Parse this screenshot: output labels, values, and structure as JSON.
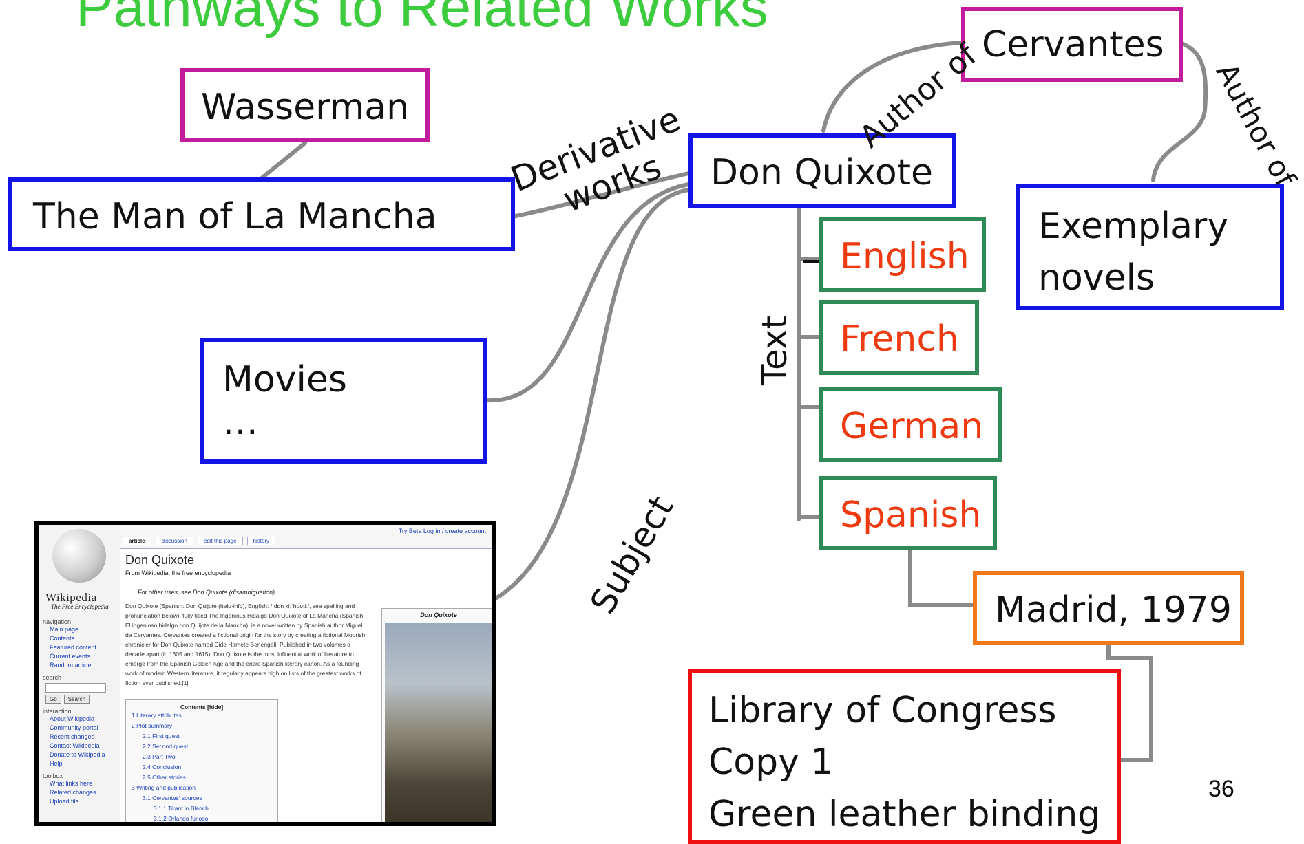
{
  "title": "Pathways to Related Works",
  "page_number": "36",
  "nodes": {
    "wasserman": "Wasserman",
    "man_of_la_mancha": "The Man of La Mancha",
    "movies": [
      "Movies",
      "…"
    ],
    "don_quixote": "Don Quixote",
    "cervantes": "Cervantes",
    "exemplary_novels": [
      "Exemplary",
      "novels"
    ],
    "languages": [
      "English",
      "French",
      "German",
      "Spanish"
    ],
    "madrid": "Madrid, 1979",
    "library": [
      "Library of Congress",
      "Copy 1",
      "Green leather binding"
    ]
  },
  "edge_labels": {
    "derivative": [
      "Derivative",
      "works"
    ],
    "author_of_left": "Author of",
    "author_of_right": "Author of",
    "text": "Text",
    "subject": "Subject"
  },
  "colors": {
    "title": "#3dcc3d",
    "work_border": "#1414e6",
    "person_border": "#c21b9e",
    "expression_border": "#2e8b57",
    "expression_text": "#ee3a10",
    "manifestation_border": "#f07818",
    "item_border": "#ee1010",
    "connector": "#8a8a8a"
  },
  "wikipedia": {
    "wordmark": "Wikipedia",
    "tagline": "The Free Encyclopedia",
    "login": "Try Beta   Log in / create account",
    "tabs": [
      "article",
      "discussion",
      "edit this page",
      "history"
    ],
    "page_title": "Don Quixote",
    "from": "From Wikipedia, the free encyclopedia",
    "hatnote": "For other uses, see Don Quixote (disambiguation).",
    "body": "Don Quixote (Spanish: Don Quijote (help·info), English: /ˌdɒn kiːˈhoʊtiː/, see spelling and pronunciation below), fully titled The Ingenious Hidalgo Don Quixote of La Mancha (Spanish: El ingenioso hidalgo don Quijote de la Mancha), is a novel written by Spanish author Miguel de Cervantes. Cervantes created a fictional origin for the story by creating a fictional Moorish chronicler for Don Quixote named Cide Hamete Benengeli. Published in two volumes a decade apart (in 1605 and 1615), Don Quixote is the most influential work of literature to emerge from the Spanish Golden Age and the entire Spanish literary canon. As a founding work of modern Western literature, it regularly appears high on lists of the greatest works of fiction ever published.[1]",
    "nav_heading": "navigation",
    "nav_items": [
      "Main page",
      "Contents",
      "Featured content",
      "Current events",
      "Random article"
    ],
    "search_heading": "search",
    "go_label": "Go",
    "search_label": "Search",
    "interaction_heading": "interaction",
    "interaction_items": [
      "About Wikipedia",
      "Community portal",
      "Recent changes",
      "Contact Wikipedia",
      "Donate to Wikipedia",
      "Help"
    ],
    "toolbox_heading": "toolbox",
    "toolbox_items": [
      "What links here",
      "Related changes",
      "Upload file"
    ],
    "toc_title": "Contents [hide]",
    "toc_items": [
      "1 Literary attributes",
      "2 Plot summary",
      "2.1 First quest",
      "2.2 Second quest",
      "2.3 Part Two",
      "2.4 Conclusion",
      "2.5 Other stories",
      "3 Writing and publication",
      "3.1 Cervantes' sources",
      "3.1.1 Tirant lo Blanch",
      "3.1.2 Orlando furioso"
    ],
    "infobox_title": "Don Quixote"
  }
}
